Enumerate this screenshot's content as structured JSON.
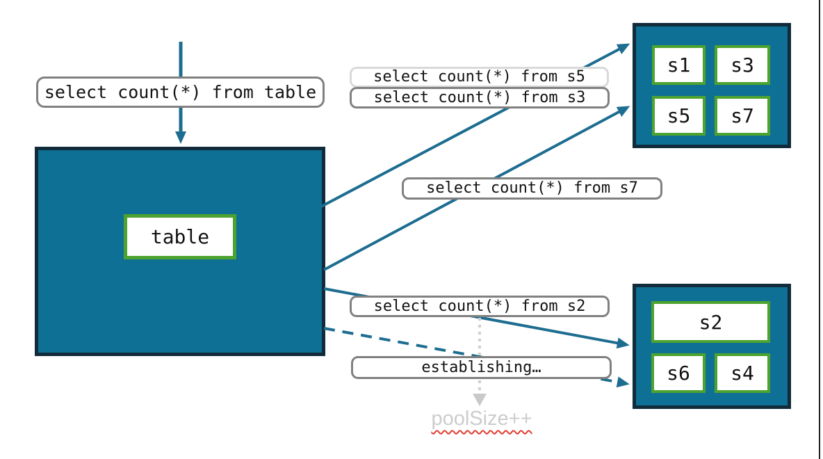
{
  "colors": {
    "teal_fill": "#0f7095",
    "dark_border": "#112b3b",
    "green_border": "#4da32f",
    "arrow_teal": "#1d6d90",
    "pill_border_gray": "#808080",
    "pill_border_light": "#d9d9d9",
    "muted_annotation": "#cccccc",
    "squiggle_red": "#e03c31"
  },
  "query_labels": {
    "from_table": "select count(*) from table",
    "from_s5": "select count(*) from s5",
    "from_s3": "select count(*) from s3",
    "from_s7": "select count(*) from s7",
    "from_s2": "select count(*) from s2",
    "establishing": "establishing…"
  },
  "main_table": {
    "label": "table"
  },
  "shard_group_top": {
    "shards": [
      {
        "label": "s1"
      },
      {
        "label": "s3"
      },
      {
        "label": "s5"
      },
      {
        "label": "s7"
      }
    ]
  },
  "shard_group_bottom": {
    "wide_shard": {
      "label": "s2"
    },
    "shards": [
      {
        "label": "s6"
      },
      {
        "label": "s4"
      }
    ]
  },
  "annotation": {
    "pool_size": "poolSize++"
  }
}
